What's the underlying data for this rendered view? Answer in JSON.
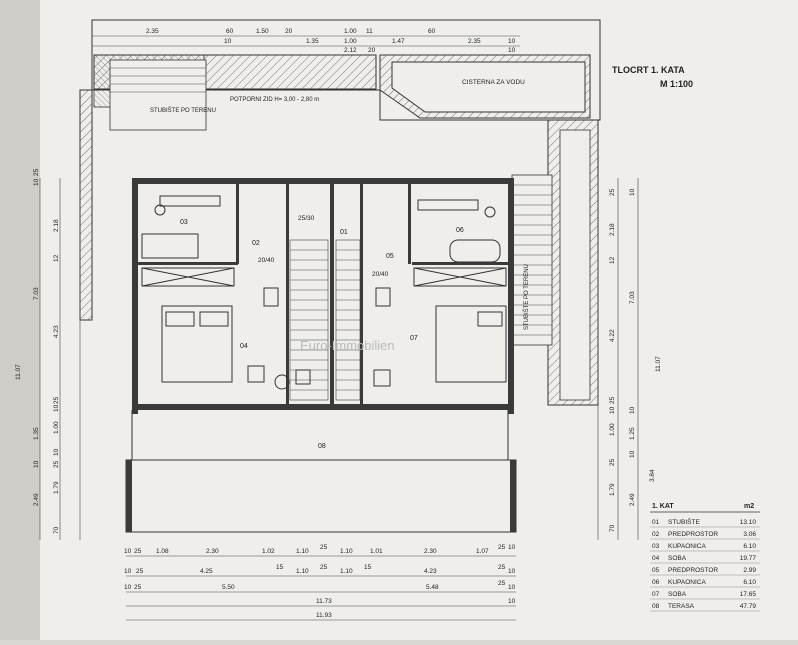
{
  "title": "TLOCRT 1. KATA",
  "scale": "M 1:100",
  "labels": {
    "stair_top": "STUBIŠTE PO TERENU",
    "retaining_wall": "POTPORNI ZID H= 3,00 - 2,80 m",
    "cistern": "CISTERNA ZA VODU",
    "stair_side": "STUBIŠTE PO TERENU",
    "watermark": "Euro-Immobilien",
    "slope_left": "20/40",
    "slope_mid": "25/30",
    "slope_right": "20/40"
  },
  "room_numbers": [
    "01",
    "02",
    "03",
    "04",
    "05",
    "06",
    "07",
    "08"
  ],
  "top_dims": {
    "row1": [
      "2.35",
      "60",
      "1.50",
      "20",
      "1.35",
      "1.00",
      "11",
      "1.47",
      "60",
      "2.35",
      "10"
    ],
    "row2": [
      "10",
      "1.00",
      "2.12",
      "20",
      "10"
    ]
  },
  "left_dims": [
    "10",
    "25",
    "2.18",
    "12",
    "7.03",
    "4.23",
    "10",
    "1.35",
    "10",
    "25",
    "1.00",
    "10",
    "25",
    "1.79",
    "2.49",
    "70",
    "11.07"
  ],
  "right_dims": [
    "25",
    "10",
    "2.18",
    "12",
    "7.03",
    "4.22",
    "10",
    "1.00",
    "25",
    "10",
    "1.25",
    "10",
    "25",
    "1.79",
    "2.49",
    "3.84",
    "70",
    "11.07"
  ],
  "bottom_dims": {
    "row1": [
      "10",
      "25",
      "1.08",
      "2.30",
      "1.02",
      "1.10",
      "25",
      "1.10",
      "1.01",
      "2.30",
      "1.07",
      "25",
      "10"
    ],
    "row2": [
      "10",
      "25",
      "4.25",
      "15",
      "1.10",
      "25",
      "1.10",
      "15",
      "4.23",
      "25",
      "10"
    ],
    "row3": [
      "10",
      "25",
      "5.50",
      "5.48",
      "25",
      "10"
    ],
    "row4": [
      "11.73",
      "10"
    ],
    "row5": [
      "11.93"
    ]
  },
  "area_table": {
    "header": "1. KAT",
    "unit": "m2",
    "rows": [
      {
        "no": "01",
        "name": "STUBIŠTE",
        "area": "13.10"
      },
      {
        "no": "02",
        "name": "PREDPROSTOR",
        "area": "3.06"
      },
      {
        "no": "03",
        "name": "KUPAONICA",
        "area": "6.10"
      },
      {
        "no": "04",
        "name": "SOBA",
        "area": "19.77"
      },
      {
        "no": "05",
        "name": "PREDPROSTOR",
        "area": "2.99"
      },
      {
        "no": "06",
        "name": "KUPAONICA",
        "area": "6.10"
      },
      {
        "no": "07",
        "name": "SOBA",
        "area": "17.65"
      },
      {
        "no": "08",
        "name": "TERASA",
        "area": "47.79"
      }
    ]
  }
}
